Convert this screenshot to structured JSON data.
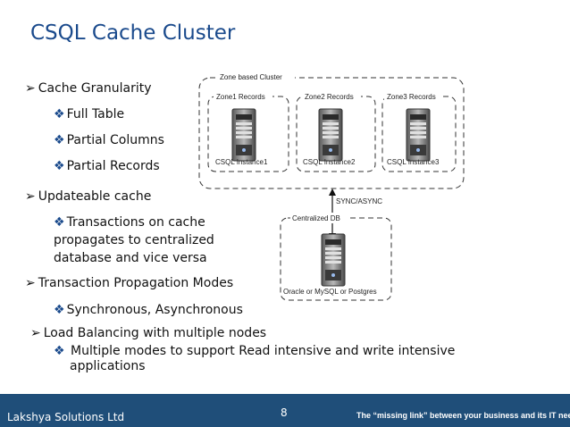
{
  "slide": {
    "title": "CSQL Cache Cluster"
  },
  "bullets": {
    "b1": "Cache Granularity",
    "b1_1": "Full Table",
    "b1_2": "Partial Columns",
    "b1_3": "Partial Records",
    "b2": "Updateable cache",
    "b2_1a": "Transactions on cache",
    "b2_1b": "propagates to centralized",
    "b2_1c": "database and vice versa",
    "b3": "Transaction Propagation Modes",
    "b3_1": "Synchronous, Asynchronous",
    "b4": "Load Balancing with multiple nodes",
    "b4_1a": "Multiple modes to support Read intensive and write intensive",
    "b4_1b": "applications"
  },
  "diagram": {
    "cluster_label": "Zone based Cluster",
    "zones": [
      {
        "label": "Zone1 Records",
        "instance": "CSQL Instance1"
      },
      {
        "label": "Zone2 Records",
        "instance": "CSQL Instance2"
      },
      {
        "label": "Zone3 Records",
        "instance": "CSQL Instance3"
      }
    ],
    "sync_label": "SYNC/ASYNC",
    "central_label": "Centralized DB",
    "db_label": "Oracle or MySQL or Postgres"
  },
  "footer": {
    "company": "Lakshya Solutions Ltd",
    "page_number": "8",
    "tagline": "The “missing link” between your business and its IT needs"
  },
  "colors": {
    "title": "#1a4a8c",
    "footer_bg": "#1f4e79",
    "bullet_diamond": "#1a4a8c"
  }
}
